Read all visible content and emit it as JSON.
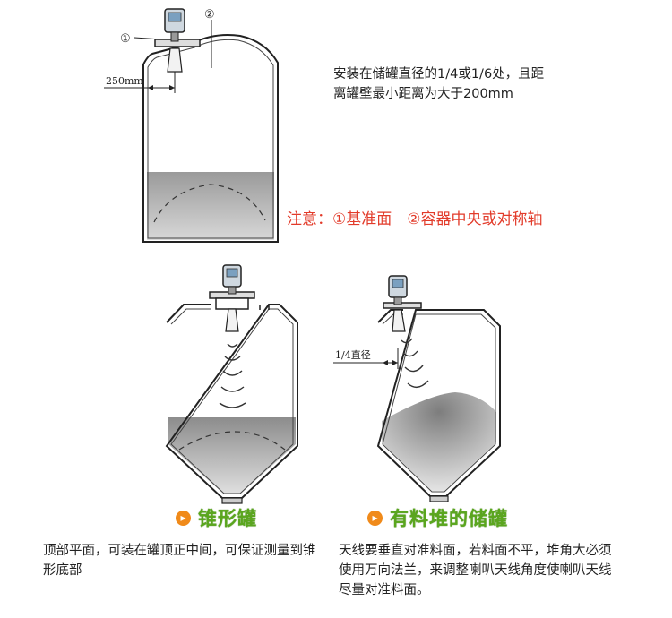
{
  "labels": {
    "ref_plane_marker": "①",
    "center_axis_marker": "②",
    "distance_250": "250mm",
    "quarter_diameter": "1/4直径"
  },
  "install_note": "安装在储罐直径的1/4或1/6处，且距离罐壁最小距离为大于200mm",
  "attention_note": "注意：①基准面　②容器中央或对称轴",
  "cone_tank": {
    "title": "锥形罐",
    "description": "顶部平面，可装在罐顶正中间，可保证测量到锥形底部"
  },
  "pile_tank": {
    "title": "有料堆的储罐",
    "description": "天线要垂直对准料面，若料面不平，堆角大必须使用万向法兰，来调整喇叭天线角度使喇叭天线尽量对准料面。"
  },
  "icons": {
    "badge": "play-arrow-icon"
  },
  "colors": {
    "accent_red": "#e23b2a",
    "title_green": "#5aa61e",
    "badge_orange": "#f08a1a"
  }
}
